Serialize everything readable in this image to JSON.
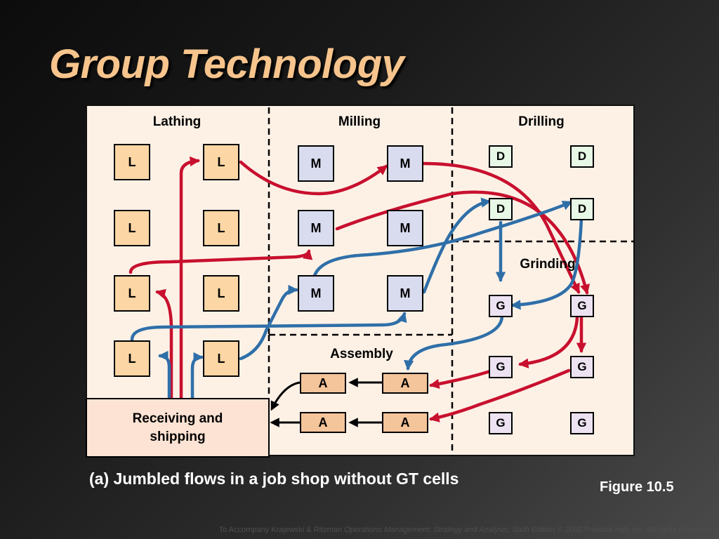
{
  "title": "Group Technology",
  "departments": {
    "lathing": "Lathing",
    "milling": "Milling",
    "drilling": "Drilling",
    "grinding": "Grinding",
    "assembly": "Assembly"
  },
  "machine_letters": {
    "lathe": "L",
    "mill": "M",
    "drill": "D",
    "grind": "G",
    "assembly": "A"
  },
  "receiving": {
    "line1": "Receiving and",
    "line2": "shipping"
  },
  "caption": "(a) Jumbled flows in a job shop without GT cells",
  "figure_label": "Figure 10.5",
  "footer": {
    "prefix": "To Accompany Krajewski & Ritzman ",
    "book": "Operations Management: Strategy and Analysis, Sixth Edition",
    "suffix": " © 2002 Prentice Hall, Inc. All rights reserved."
  },
  "colors": {
    "red_flow": "#c8102e",
    "blue_flow": "#2f6fa8",
    "title": "#f6c48c"
  }
}
